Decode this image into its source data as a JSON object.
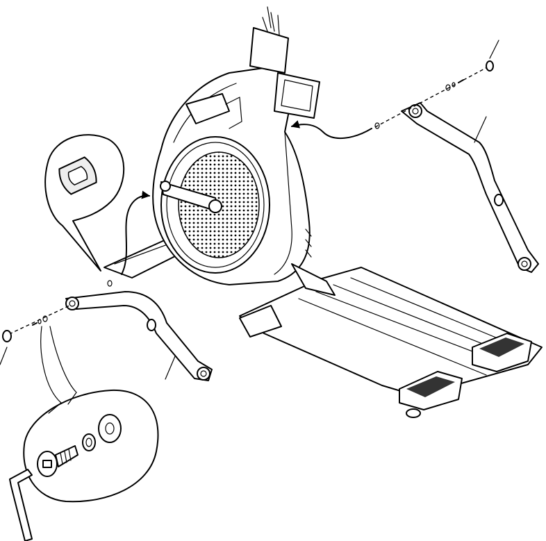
{
  "diagram": {
    "kind": "exploded-assembly-view",
    "subject": "elliptical-trainer-arm-assembly",
    "text_labels": [],
    "parts": [
      {
        "name": "elliptical-frame"
      },
      {
        "name": "left-lower-arm"
      },
      {
        "name": "right-lower-arm"
      },
      {
        "name": "left-end-cap"
      },
      {
        "name": "right-end-cap"
      },
      {
        "name": "washer-oval-detail"
      },
      {
        "name": "hardware-detail-bolt-lockwasher-washer"
      },
      {
        "name": "hex-key"
      }
    ]
  },
  "colors": {
    "line": "#000000",
    "background": "#ffffff",
    "shade": "#dddddd"
  }
}
